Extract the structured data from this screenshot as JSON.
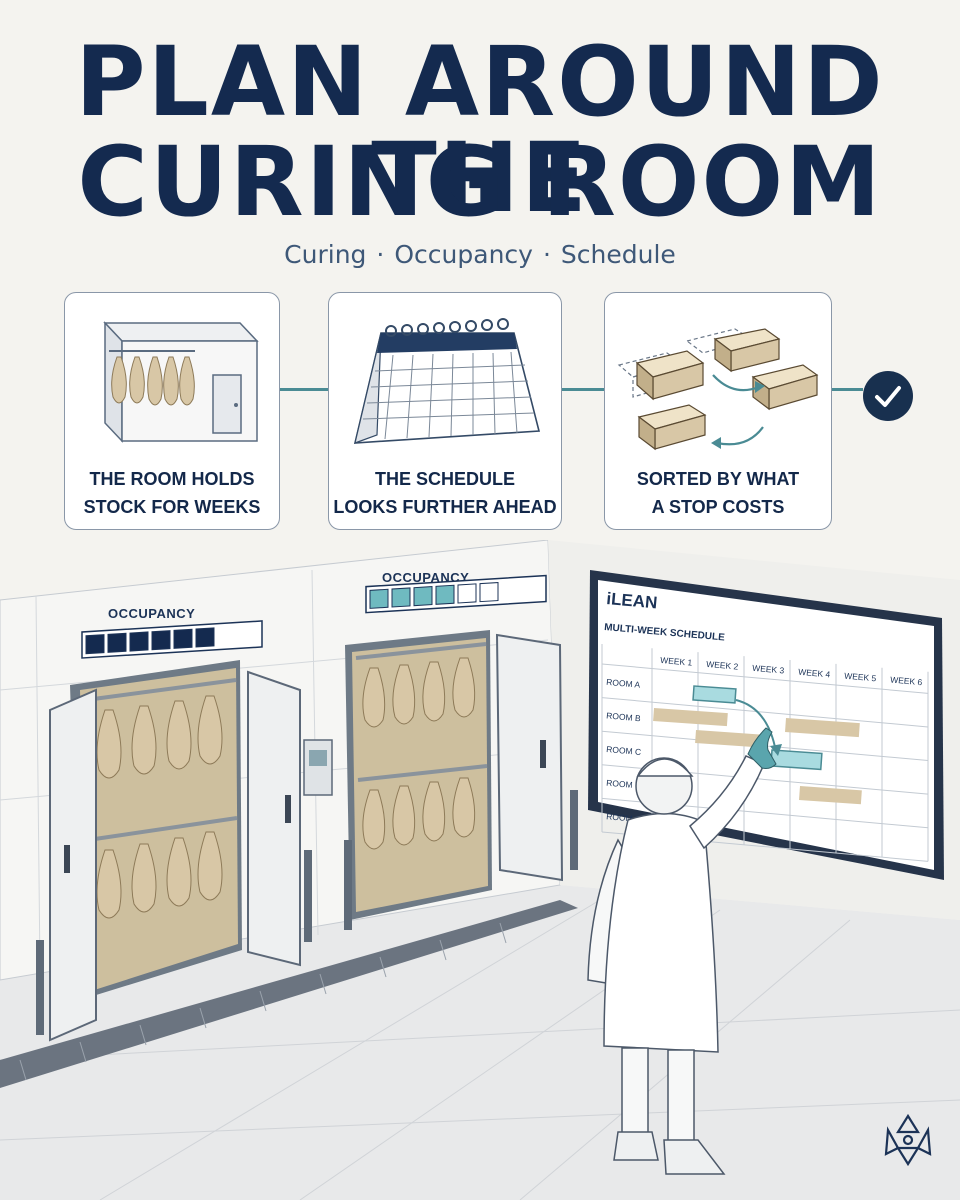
{
  "header": {
    "title_line1": "PLAN AROUND THE",
    "title_line2": "CURING ROOM",
    "subtitle": [
      "Curing",
      "Occupancy",
      "Schedule"
    ],
    "separator": "·"
  },
  "steps": [
    {
      "caption_line1": "THE ROOM HOLDS",
      "caption_line2": "STOCK FOR WEEKS",
      "icon": "curing-room-icon"
    },
    {
      "caption_line1": "THE SCHEDULE",
      "caption_line2": "LOOKS FURTHER AHEAD",
      "icon": "calendar-icon"
    },
    {
      "caption_line1": "SORTED BY WHAT",
      "caption_line2": "A STOP COSTS",
      "icon": "sorted-blocks-icon"
    }
  ],
  "end_marker": "check-icon",
  "rooms": [
    {
      "label": "OCCUPANCY",
      "occupancy_filled": 6,
      "occupancy_total": 6
    },
    {
      "label": "OCCUPANCY",
      "occupancy_filled": 4,
      "occupancy_total": 6
    }
  ],
  "board": {
    "brand": "iLEAN",
    "title": "MULTI-WEEK SCHEDULE",
    "columns": [
      "WEEK 1",
      "WEEK 2",
      "WEEK 3",
      "WEEK 4",
      "WEEK 5",
      "WEEK 6"
    ],
    "rows": [
      "ROOM A",
      "ROOM B",
      "ROOM C",
      "ROOM D",
      "ROOM E"
    ]
  },
  "colors": {
    "navy": "#142a4f",
    "teal": "#4a8b94",
    "teal_light": "#9fd3d7",
    "tan": "#d8c7a6",
    "background": "#f4f3ef"
  }
}
